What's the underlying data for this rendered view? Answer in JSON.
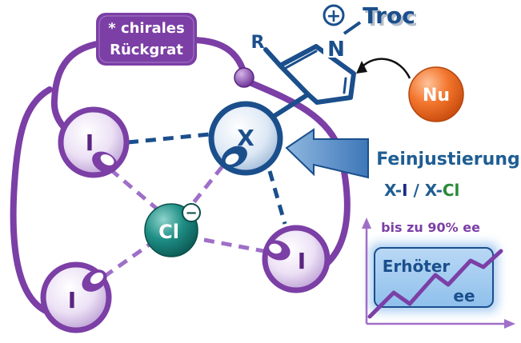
{
  "backbone": {
    "line1": "* chirales",
    "line2": "Rückgrat"
  },
  "atoms": {
    "iodine_top_left": "I",
    "iodine_bottom_left": "I",
    "iodine_right": "I",
    "x_center": "X",
    "chloride": "Cl",
    "chloride_charge": "−"
  },
  "pyridinium": {
    "substituent": "R",
    "nitrogen": "N",
    "charge": "+",
    "protecting_group": "Troc"
  },
  "nucleophile": "Nu",
  "annotation": {
    "title": "Feinjustierung",
    "xi_part1": "X-",
    "xi_part2": "I",
    "slash": " / ",
    "xcl_part1": "X-",
    "xcl_part2": "Cl"
  },
  "inset": {
    "headline": "bis zu 90% ee",
    "line1": "Erhöter",
    "line2": "ee"
  },
  "colors": {
    "purple": "#7b3fa6",
    "navy": "#1b4f8c",
    "teal": "#0f7a72",
    "orange": "#e8621c",
    "blue_text": "#1f5d93",
    "green_text": "#2a8a3a"
  }
}
